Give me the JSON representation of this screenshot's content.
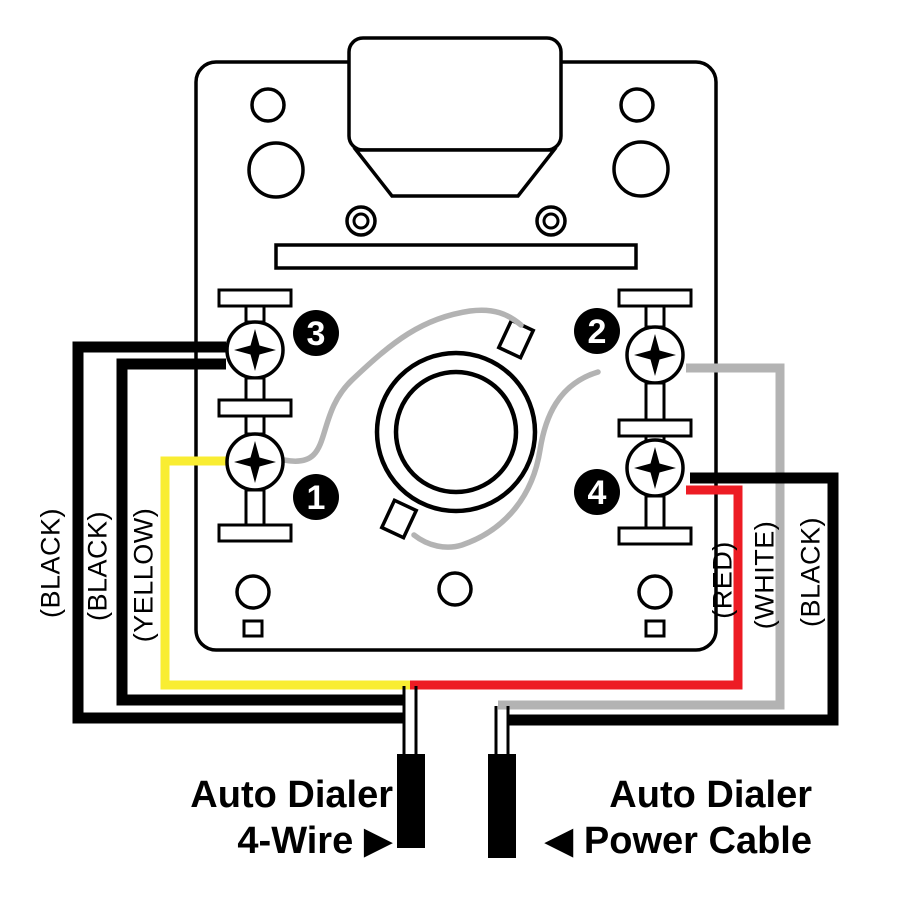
{
  "colors": {
    "black": "#000000",
    "yellow": "#f9ed32",
    "red": "#ed1c24",
    "white_wire": "#b3b3b3",
    "internal_wire": "#b3b3b3"
  },
  "terminals": [
    {
      "number": "1"
    },
    {
      "number": "2"
    },
    {
      "number": "3"
    },
    {
      "number": "4"
    }
  ],
  "wire_labels": {
    "black_outer_left": "(BLACK)",
    "black_inner_left": "(BLACK)",
    "yellow": "(YELLOW)",
    "red": "(RED)",
    "white": "(WHITE)",
    "black_right": "(BLACK)"
  },
  "captions": {
    "dialer_line1": "Auto Dialer",
    "dialer_line2": "4-Wire ▶",
    "power_line1": "Auto Dialer",
    "power_line2": "◀ Power Cable"
  }
}
